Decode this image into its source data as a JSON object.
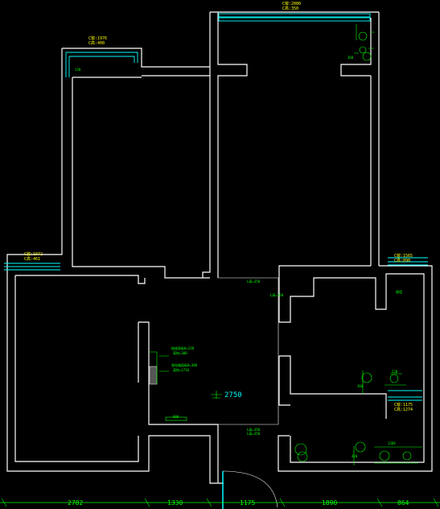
{
  "window_labels": {
    "top_right_w": "C窗:2080",
    "top_right_h": "C高:350",
    "top_left_w": "C窗:1976",
    "top_left_h": "C高:400",
    "left_w": "C窗:1972",
    "left_h": "C高:461",
    "right_w": "C窗:1565",
    "right_h": "C高:890",
    "right_low_w": "C窗:1175",
    "right_low_h": "C高:1274"
  },
  "dimensions": [
    "2782",
    "1330",
    "1175",
    "1890",
    "864"
  ],
  "room_annotations": {
    "door_top": "L高=350",
    "door_side": "L高=350",
    "entry_top": "L高=350",
    "entry_bottom": "L高=350",
    "center_number": "2750",
    "bottom_small": "800",
    "corner_note": "隔墙"
  },
  "outlet_notes": {
    "line1": "插座面板H=220",
    "line2": "离地=300",
    "line3": "强电箱面板H=300",
    "line4": "离地=1716"
  },
  "fixture_dims": {
    "bath_a": "360",
    "bath_b": "220",
    "bath_c": "1368",
    "bath_d": "420",
    "small_a": "360",
    "small_b": "120"
  },
  "colors": {
    "wall": "#ffffff",
    "window": "#00ffff",
    "annotation": "#00ff00",
    "label": "#ffff00"
  }
}
